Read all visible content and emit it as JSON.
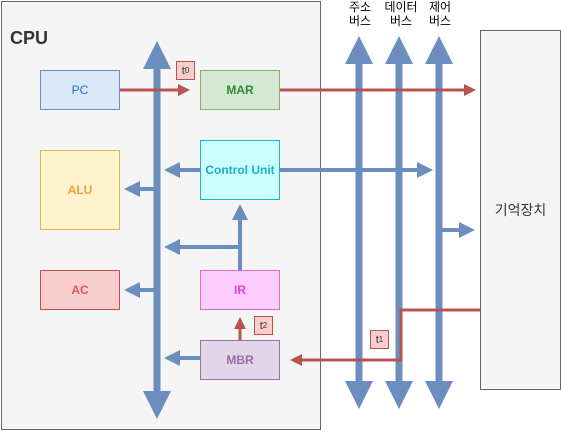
{
  "cpu_title": "CPU",
  "memory_label": "기억장치",
  "bus_labels": {
    "address": [
      "주소",
      "버스"
    ],
    "data": [
      "데이터",
      "버스"
    ],
    "control": [
      "제어",
      "버스"
    ]
  },
  "registers": {
    "pc": "PC",
    "mar": "MAR",
    "alu": "ALU",
    "control_unit": "Control Unit",
    "ac": "AC",
    "ir": "IR",
    "mbr": "MBR"
  },
  "time_tags": {
    "t0": {
      "base": "t",
      "sub": "0"
    },
    "t1": {
      "base": "t",
      "sub": "1"
    },
    "t2": {
      "base": "t",
      "sub": "2"
    }
  },
  "colors": {
    "bus_blue": "#6c8ebf",
    "path_red": "#b85450",
    "pc_fill": "#dae8fc",
    "pc_text": "#1f6fd1",
    "mar_fill": "#d5e8d4",
    "mar_text": "#2e8b2e",
    "alu_fill": "#fff2cc",
    "alu_text": "#e6a23c",
    "cu_fill": "#ccffff",
    "cu_text": "#17b3c6",
    "ac_fill": "#f8cecc",
    "ac_text": "#e05555",
    "ir_fill": "#ffccff",
    "ir_text": "#e040e0",
    "mbr_fill": "#e1d5e7",
    "mbr_text": "#9a6aa8"
  }
}
